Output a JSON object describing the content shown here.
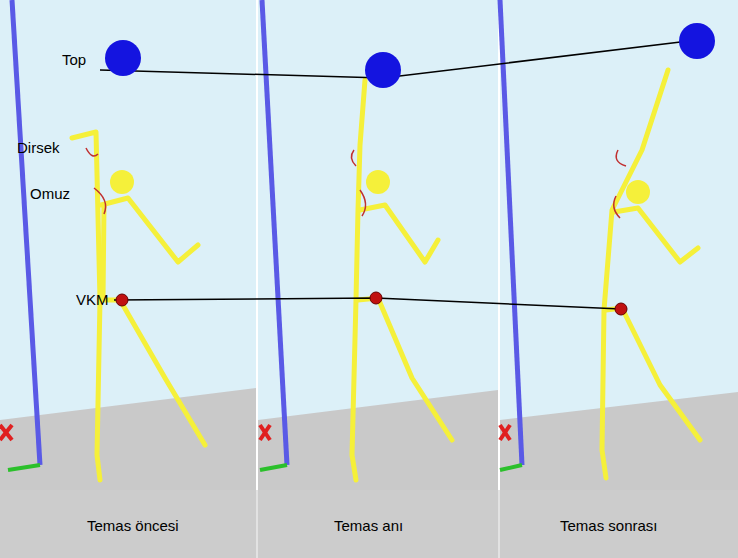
{
  "diagram": {
    "labels": [
      "Top",
      "Dirsek",
      "Omuz",
      "VKM",
      "Temas öncesi",
      "Temas anı",
      "Temas sonrası"
    ]
  }
}
